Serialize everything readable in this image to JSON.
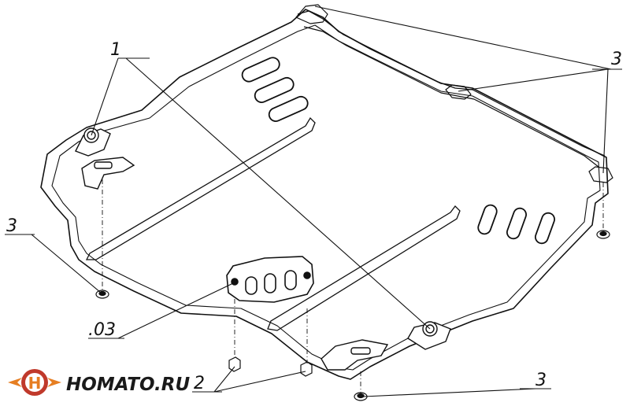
{
  "drawing": {
    "callouts": {
      "part_1": "1",
      "part_2": "2",
      "part_3_top_right": "3",
      "part_3_left": "3",
      "part_3_bottom": "3",
      "part_03": ".03"
    }
  },
  "brand": {
    "logo_text": "HOMATO.RU",
    "logo_colors": {
      "ring": "#c0392b",
      "accent": "#e67e22",
      "text": "#1a1a1a"
    }
  }
}
